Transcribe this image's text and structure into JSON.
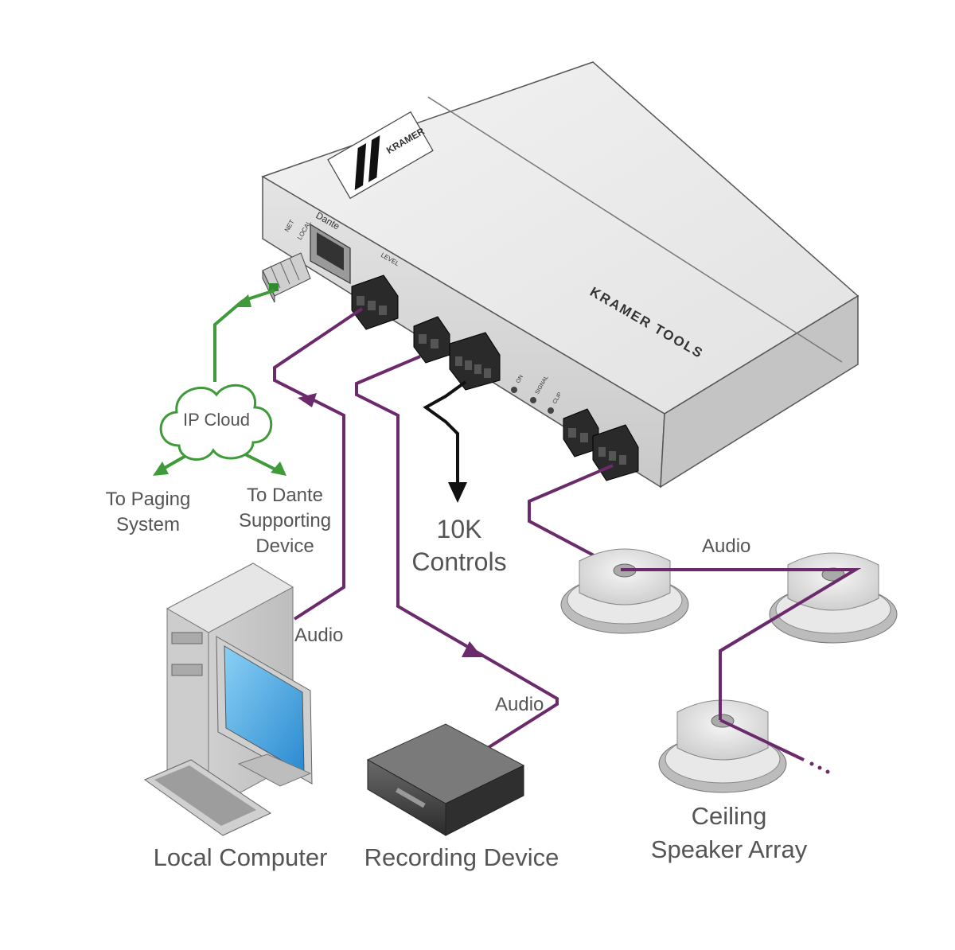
{
  "device": {
    "brand_logo_text": "KRAMER",
    "product_text": "KRAMER TOOLS",
    "dante_logo": "Dante",
    "panel_labels": {
      "net": "NET",
      "local": "LOCAL",
      "level": "LEVEL",
      "on": "ON",
      "signal": "SIGNAL",
      "clip": "CLIP"
    }
  },
  "network": {
    "cloud_label": "IP Cloud",
    "to_paging": [
      "To Paging",
      "System"
    ],
    "to_dante": [
      "To Dante",
      "Supporting",
      "Device"
    ]
  },
  "controls": {
    "label": [
      "10K",
      "Controls"
    ]
  },
  "connections": {
    "audio_computer": "Audio",
    "audio_recorder": "Audio",
    "audio_speakers": "Audio"
  },
  "devices": {
    "computer": "Local Computer",
    "recorder": "Recording Device",
    "speakers": [
      "Ceiling",
      "Speaker Array"
    ]
  },
  "colors": {
    "audio_cable": "#6b2a6b",
    "network_cable": "#3f9a3a",
    "control_cable": "#111111",
    "device_top": "#ececec",
    "device_front": "#d6d6d6"
  },
  "icons": [
    "kramer-logo-icon",
    "ethernet-port-icon",
    "terminal-block-icon",
    "ip-cloud-icon",
    "computer-icon",
    "recorder-icon",
    "ceiling-speaker-icon"
  ]
}
